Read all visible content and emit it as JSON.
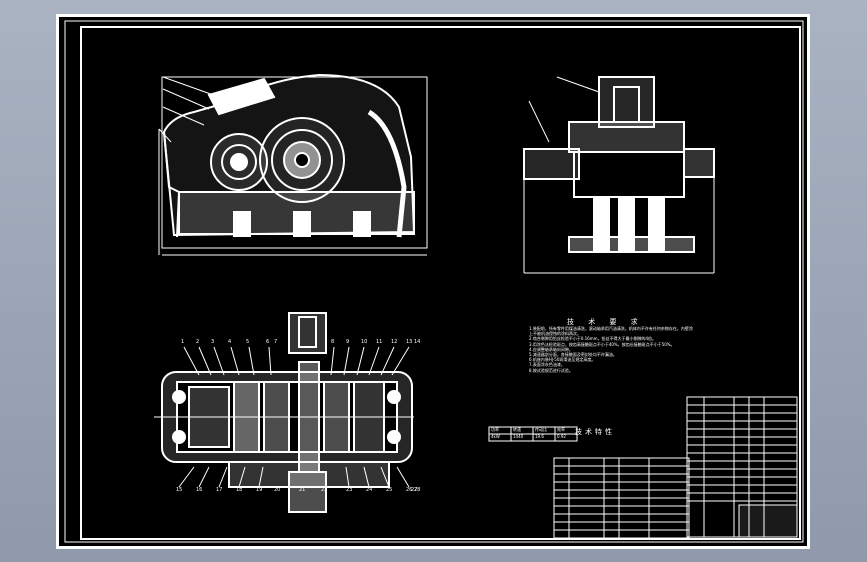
{
  "drawing": {
    "colors": {
      "background": "#000000",
      "lines": "#ffffff",
      "outer": "#9aa3b3"
    },
    "tech_requirements": {
      "title": "技 术 要 求",
      "notes": [
        "1.装配前，所有零件用煤油清洗，滚动轴承用汽油清洗，机体内不许有任何杂物存在。内壁涂上不被机油侵蚀的涂料两次。",
        "2.啮合侧隙用铅丝检验不小于0.16mm，铅丝不得大于最小侧隙的4倍。",
        "3.用涂色法检验斑点，按齿高接触斑点不小于40%，按齿长接触斑点不小于50%。",
        "4.应调整轴承轴向间隙。",
        "5.减速器剖分面，各接触面及密封处均不许漏油。",
        "6.机座内装HJ-50润滑油至规定高度。",
        "7.表面涂灰色油漆。",
        "8.按试验规范进行试验。"
      ]
    },
    "spec": {
      "title": "技术特性",
      "headers": [
        "功率",
        "转速",
        "传动比",
        "效率"
      ],
      "values": [
        "4kW",
        "1440",
        "19.6",
        "0.92"
      ]
    },
    "callouts_top": [
      "1",
      "2",
      "3",
      "4",
      "5",
      "6",
      "7",
      "8",
      "9",
      "10",
      "11",
      "12",
      "13",
      "14"
    ],
    "callouts_bottom": [
      "15",
      "16",
      "17",
      "18",
      "19",
      "20",
      "21",
      "22",
      "23",
      "24",
      "25",
      "26",
      "27",
      "28"
    ]
  }
}
